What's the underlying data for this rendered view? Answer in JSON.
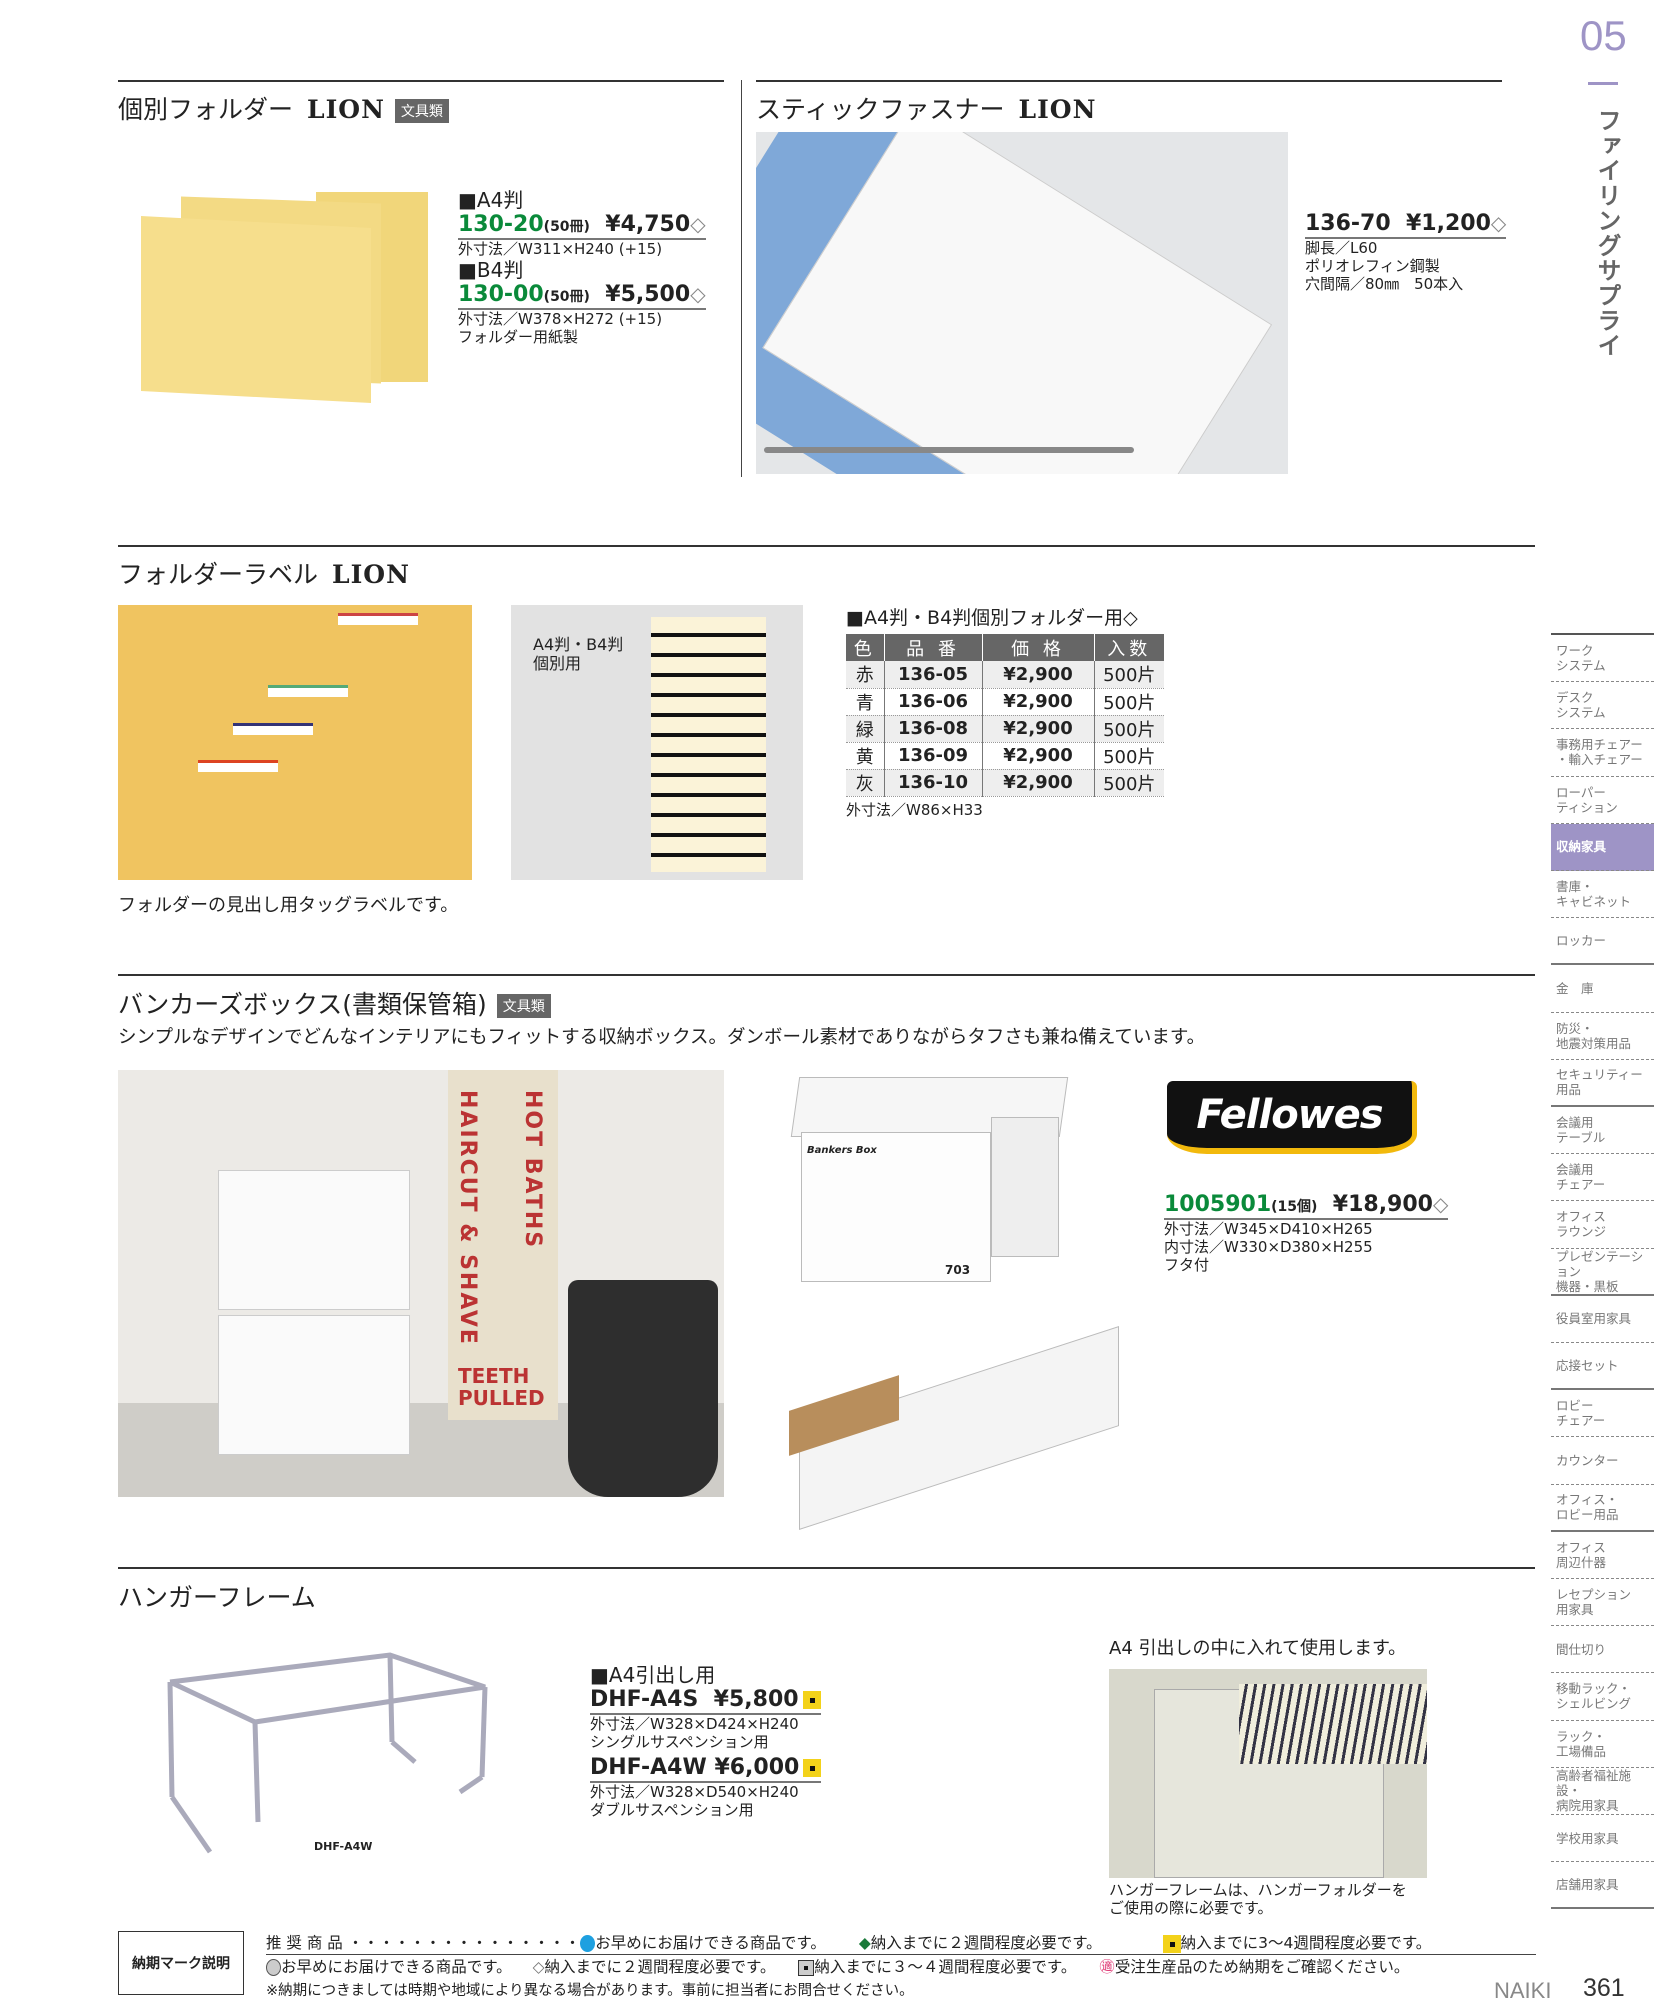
{
  "chapter": {
    "number": "05",
    "title": "ファイリングサプライ"
  },
  "sections": {
    "folder": {
      "title": "個別フォルダー",
      "brand": "LION",
      "badge": "文具類",
      "items": [
        {
          "size": "■A4判",
          "code": "130-20",
          "qty": "(50冊)",
          "price": "¥4,750",
          "mark": "◇",
          "spec": "外寸法／W311×H240 (+15)"
        },
        {
          "size": "■B4判",
          "code": "130-00",
          "qty": "(50冊)",
          "price": "¥5,500",
          "mark": "◇",
          "spec": "外寸法／W378×H272 (+15)",
          "note": "フォルダー用紙製"
        }
      ]
    },
    "fastener": {
      "title": "スティックファスナー",
      "brand": "LION",
      "code": "136-70",
      "price": "¥1,200",
      "mark": "◇",
      "specs": [
        "脚長／L60",
        "ポリオレフィン鋼製",
        "穴間隔／80㎜　50本入"
      ]
    },
    "label": {
      "title": "フォルダーラベル",
      "brand": "LION",
      "image_caption": "A4判・B4判\n個別用",
      "caption": "フォルダーの見出し用タッグラベルです。",
      "table_title": "■A4判・B4判個別フォルダー用◇",
      "headers": [
        "色",
        "品 番",
        "価 格",
        "入数"
      ],
      "rows": [
        [
          "赤",
          "136-05",
          "¥2,900",
          "500片"
        ],
        [
          "青",
          "136-06",
          "¥2,900",
          "500片"
        ],
        [
          "緑",
          "136-08",
          "¥2,900",
          "500片"
        ],
        [
          "黄",
          "136-09",
          "¥2,900",
          "500片"
        ],
        [
          "灰",
          "136-10",
          "¥2,900",
          "500片"
        ]
      ],
      "table_note": "外寸法／W86×H33"
    },
    "bankers": {
      "title": "バンカーズボックス(書類保管箱)",
      "badge": "文具類",
      "description": "シンプルなデザインでどんなインテリアにもフィットする収納ボックス。ダンボール素材でありながらタフさも兼ね備えています。",
      "logo": "Fellowes",
      "photo_sign_1": "HAIRCUT & SHAVE",
      "photo_sign_2": "HOT BATHS",
      "photo_sign_3": "TEETH PULLED",
      "box_label": "Bankers Box",
      "box_number": "703",
      "code": "1005901",
      "qty": "(15個)",
      "price": "¥18,900",
      "mark": "◇",
      "specs": [
        "外寸法／W345×D410×H265",
        "内寸法／W330×D380×H255",
        "フタ付"
      ]
    },
    "hanger": {
      "title": "ハンガーフレーム",
      "image_label": "DHF-A4W",
      "size": "■A4引出し用",
      "items": [
        {
          "code": "DHF-A4S",
          "price": "¥5,800",
          "specs": [
            "外寸法／W328×D424×H240",
            "シングルサスペンション用"
          ]
        },
        {
          "code": "DHF-A4W",
          "price": "¥6,000",
          "specs": [
            "外寸法／W328×D540×H240",
            "ダブルサスペンション用"
          ]
        }
      ],
      "photo_title": "A4 引出しの中に入れて使用します。",
      "photo_caption": [
        "ハンガーフレームは、ハンガーフォルダーを",
        "ご使用の際に必要です。"
      ]
    }
  },
  "sidebar": [
    {
      "label": "ワーク\nシステム"
    },
    {
      "label": "デスク\nシステム"
    },
    {
      "label": "事務用チェアー\n・輸入チェアー"
    },
    {
      "label": "ローパー\nティション"
    },
    {
      "label": "収納家具",
      "active": true
    },
    {
      "label": "書庫・\nキャビネット"
    },
    {
      "label": "ロッカー"
    },
    {
      "label": "金　庫"
    },
    {
      "label": "防災・\n地震対策用品"
    },
    {
      "label": "セキュリティー\n用品"
    },
    {
      "label": "会議用\nテーブル"
    },
    {
      "label": "会議用\nチェアー"
    },
    {
      "label": "オフィス\nラウンジ"
    },
    {
      "label": "プレゼンテーション\n機器・黒板"
    },
    {
      "label": "役員室用家具"
    },
    {
      "label": "応接セット"
    },
    {
      "label": "ロビー\nチェアー"
    },
    {
      "label": "カウンター"
    },
    {
      "label": "オフィス・\nロビー用品"
    },
    {
      "label": "オフィス\n周辺什器"
    },
    {
      "label": "レセプション\n用家具"
    },
    {
      "label": "間仕切り"
    },
    {
      "label": "移動ラック・\nシェルビング"
    },
    {
      "label": "ラック・\n工場備品"
    },
    {
      "label": "高齢者福祉施設・\n病院用家具"
    },
    {
      "label": "学校用家具"
    },
    {
      "label": "店舗用家具"
    }
  ],
  "footer": {
    "box_label": "納期マーク説明",
    "recommended": "推 奨 商 品 ・・・・・・・・・・・・・・・",
    "legend": [
      "お早めにお届けできる商品です。",
      "納入までに２週間程度必要です。",
      "納入までに3～4週間程度必要です。",
      "お早めにお届けできる商品です。",
      "納入までに２週間程度必要です。",
      "納入までに３～４週間程度必要です。",
      "受注生産品のため納期をご確認ください。"
    ],
    "note": "※納期につきましては時期や地域により異なる場合があります。事前に担当者にお問合せください。",
    "brand": "NAIKI",
    "page": "361"
  },
  "colors": {
    "accent": "#9e94c6",
    "green": "#0a8a3a",
    "yellow": "#f3d21a",
    "blue": "#1ea0e0"
  }
}
